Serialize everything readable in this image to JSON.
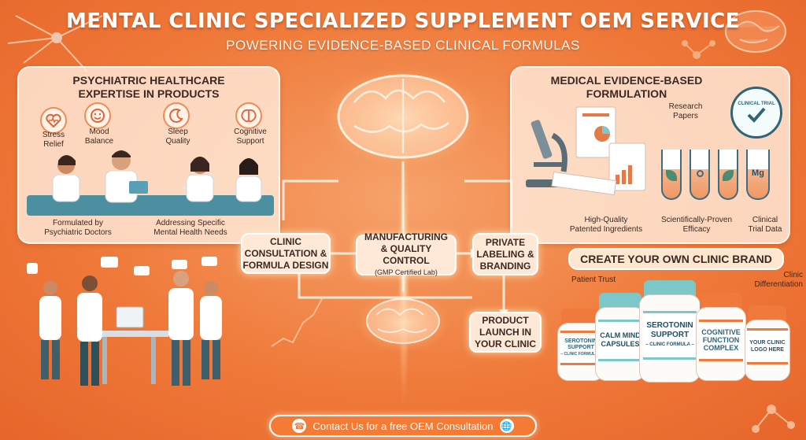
{
  "title": "MENTAL CLINIC SPECIALIZED SUPPLEMENT OEM SERVICE",
  "subtitle": "POWERING EVIDENCE-BASED CLINICAL FORMULAS",
  "left_panel": {
    "title_line1": "PSYCHIATRIC HEALTHCARE",
    "title_line2": "EXPERTISE IN PRODUCTS",
    "icons": [
      {
        "label_line1": "Stress",
        "label_line2": "Relief",
        "icon": "heart-pulse-icon"
      },
      {
        "label_line1": "Mood",
        "label_line2": "Balance",
        "icon": "smile-face-icon"
      },
      {
        "label_line1": "Sleep",
        "label_line2": "Quality",
        "icon": "moon-icon"
      },
      {
        "label_line1": "Cognitive",
        "label_line2": "Support",
        "icon": "brain-icon"
      }
    ],
    "caption_left_line1": "Formulated by",
    "caption_left_line2": "Psychiatric Doctors",
    "caption_right_line1": "Addressing Specific",
    "caption_right_line2": "Mental Health Needs"
  },
  "right_panel": {
    "title_line1": "MEDICAL EVIDENCE-BASED",
    "title_line2": "FORMULATION",
    "research_line1": "Research",
    "research_line2": "Papers",
    "badge_text": "CLINICAL TRIAL",
    "tube_mg": "Mg",
    "caption1_line1": "High-Quality",
    "caption1_line2": "Patented Ingredients",
    "caption2_line1": "Scientifically-Proven",
    "caption2_line2": "Efficacy",
    "caption3_line1": "Clinical",
    "caption3_line2": "Trial Data"
  },
  "flow": {
    "step1_line1": "CLINIC",
    "step1_line2": "CONSULTATION &",
    "step1_line3": "FORMULA DESIGN",
    "step2_line1": "MANUFACTURING",
    "step2_line2": "& QUALITY CONTROL",
    "step2_sub": "(GMP Certified Lab)",
    "step3_line1": "PRIVATE",
    "step3_line2": "LABELING &",
    "step3_line3": "BRANDING",
    "step4_line1": "PRODUCT",
    "step4_line2": "LAUNCH IN",
    "step4_line3": "YOUR CLINIC"
  },
  "brand": {
    "banner": "CREATE YOUR OWN CLINIC BRAND",
    "patient_trust": "Patient Trust",
    "clinic_diff_line1": "Clinic",
    "clinic_diff_line2": "Differentiation",
    "bottles": [
      {
        "line1": "SEROTONIN",
        "line2": "SUPPORT",
        "line3": "– CLINIC FORMULA –"
      },
      {
        "line1": "CALM MIND",
        "line2": "CAPSULES",
        "line3": ""
      },
      {
        "line1": "SEROTONIN",
        "line2": "SUPPORT",
        "line3": "– CLINIC FORMULA –"
      },
      {
        "line1": "COGNITIVE",
        "line2": "FUNCTION",
        "line3": "COMPLEX"
      },
      {
        "line1": "YOUR CLINIC",
        "line2": "LOGO HERE",
        "line3": ""
      }
    ]
  },
  "contact": {
    "text": "Contact Us for a free OEM Consultation",
    "phone_icon": "phone-icon",
    "globe_icon": "globe-icon"
  },
  "colors": {
    "background": "#ef7a3a",
    "panel": "#ffecdc",
    "accent": "#f07a3b",
    "teal": "#7cc7c8"
  }
}
